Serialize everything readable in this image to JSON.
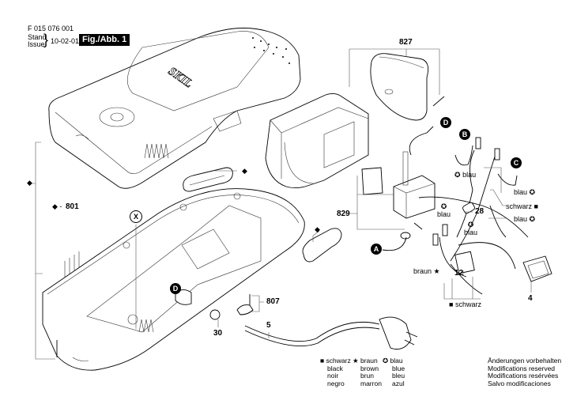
{
  "header": {
    "part_number": "F 015 076 001",
    "stand_label": "Stand",
    "issue_label": "Issue",
    "date": "10-02-01",
    "figure_label": "Fig./Abb. 1"
  },
  "callouts": {
    "p827": "827",
    "p829": "829",
    "p801": "801",
    "p801_prefix": "◆ -",
    "p807": "807",
    "p30": "30",
    "p5": "5",
    "p28": "28",
    "p12": "12",
    "p4": "4",
    "diamond": "◆",
    "x_marker": "X",
    "A": "A",
    "B": "B",
    "C": "C",
    "D": "D"
  },
  "wire_labels": {
    "blau": "blau",
    "schwarz": "schwarz",
    "braun": "braun",
    "blau_symbol": "✪",
    "schwarz_symbol": "■",
    "braun_symbol": "★"
  },
  "legend": {
    "black": {
      "symbol": "■",
      "de": "schwarz",
      "en": "black",
      "fr": "noir",
      "es": "negro"
    },
    "brown": {
      "symbol": "★",
      "de": "braun",
      "en": "brown",
      "fr": "brun",
      "es": "marron"
    },
    "blue": {
      "symbol": "✪",
      "de": "blau",
      "en": "blue",
      "fr": "bleu",
      "es": "azul"
    }
  },
  "notice": {
    "de": "Änderungen vorbehalten",
    "en": "Modifications reserved",
    "fr": "Modifications resérvées",
    "es": "Salvo modificaciones"
  },
  "brand_logo": "SKIL"
}
